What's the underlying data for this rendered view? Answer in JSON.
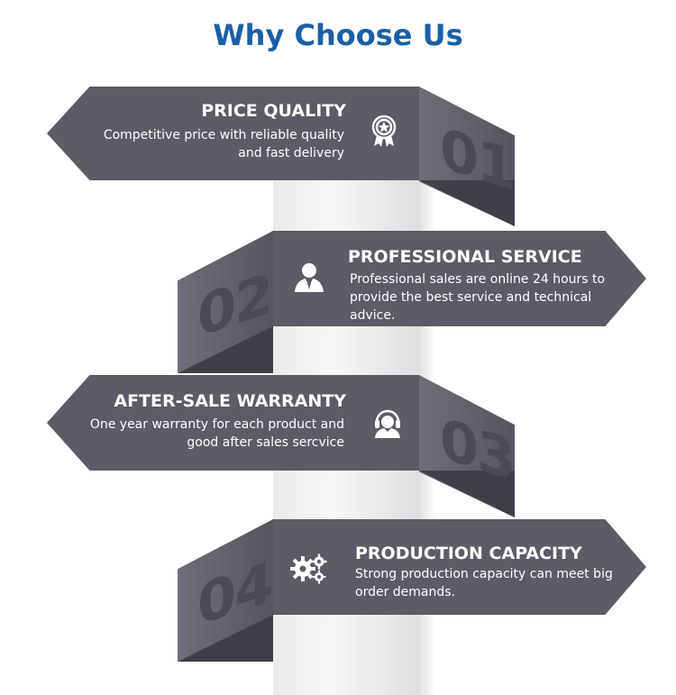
{
  "page": {
    "title": "Why Choose Us"
  },
  "items": [
    {
      "number": "01",
      "heading": "PRICE QUALITY",
      "desc_line1": "Competitive price with reliable quality",
      "desc_line2": "and fast delivery",
      "icon": "award-medal-icon"
    },
    {
      "number": "02",
      "heading": "PROFESSIONAL SERVICE",
      "desc_line1": "Professional sales are online 24 hours to",
      "desc_line2": "provide the best service and technical advice.",
      "icon": "businessman-icon"
    },
    {
      "number": "03",
      "heading": "AFTER-SALE WARRANTY",
      "desc_line1": "One year warranty for each product and",
      "desc_line2": "good after sales sercvice",
      "icon": "headset-support-icon"
    },
    {
      "number": "04",
      "heading": "PRODUCTION CAPACITY",
      "desc_line1": "Strong production capacity can meet big",
      "desc_line2": "order demands.",
      "icon": "gears-icon"
    }
  ],
  "colors": {
    "title": "#1a5fa6",
    "banner": "#5c5c66",
    "number": "#4b4b54"
  }
}
